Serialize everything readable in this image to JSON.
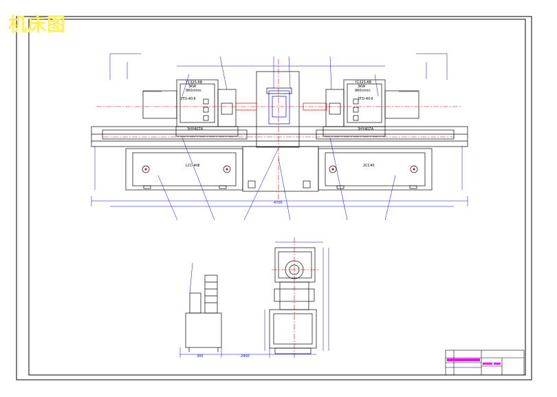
{
  "drawing": {
    "title": "机床图",
    "colors": {
      "outline": "#000000",
      "dimension": "#0000c8",
      "centerline": "#c80000",
      "titlebar_accent": "#ff00ff",
      "title": "#ffef5a"
    },
    "front_view": {
      "left_head": {
        "model": "Y132S-6B",
        "power": "3KW",
        "speed": "960r/min",
        "tool_label": "3TD-40-Ⅱ",
        "slide_label": "3HY40ZA"
      },
      "right_head": {
        "model": "Y132S-6B",
        "power": "3KW",
        "speed": "960r/min",
        "tool_label": "3TD-40-Ⅱ",
        "slide_label": "3HY40ZA"
      },
      "left_base_label": "LCC-40Ⅱ",
      "right_base_label": "2CC40",
      "overall_dim": "4700"
    },
    "side_view": {
      "width_dim": "300",
      "base_dim": "2400"
    }
  }
}
